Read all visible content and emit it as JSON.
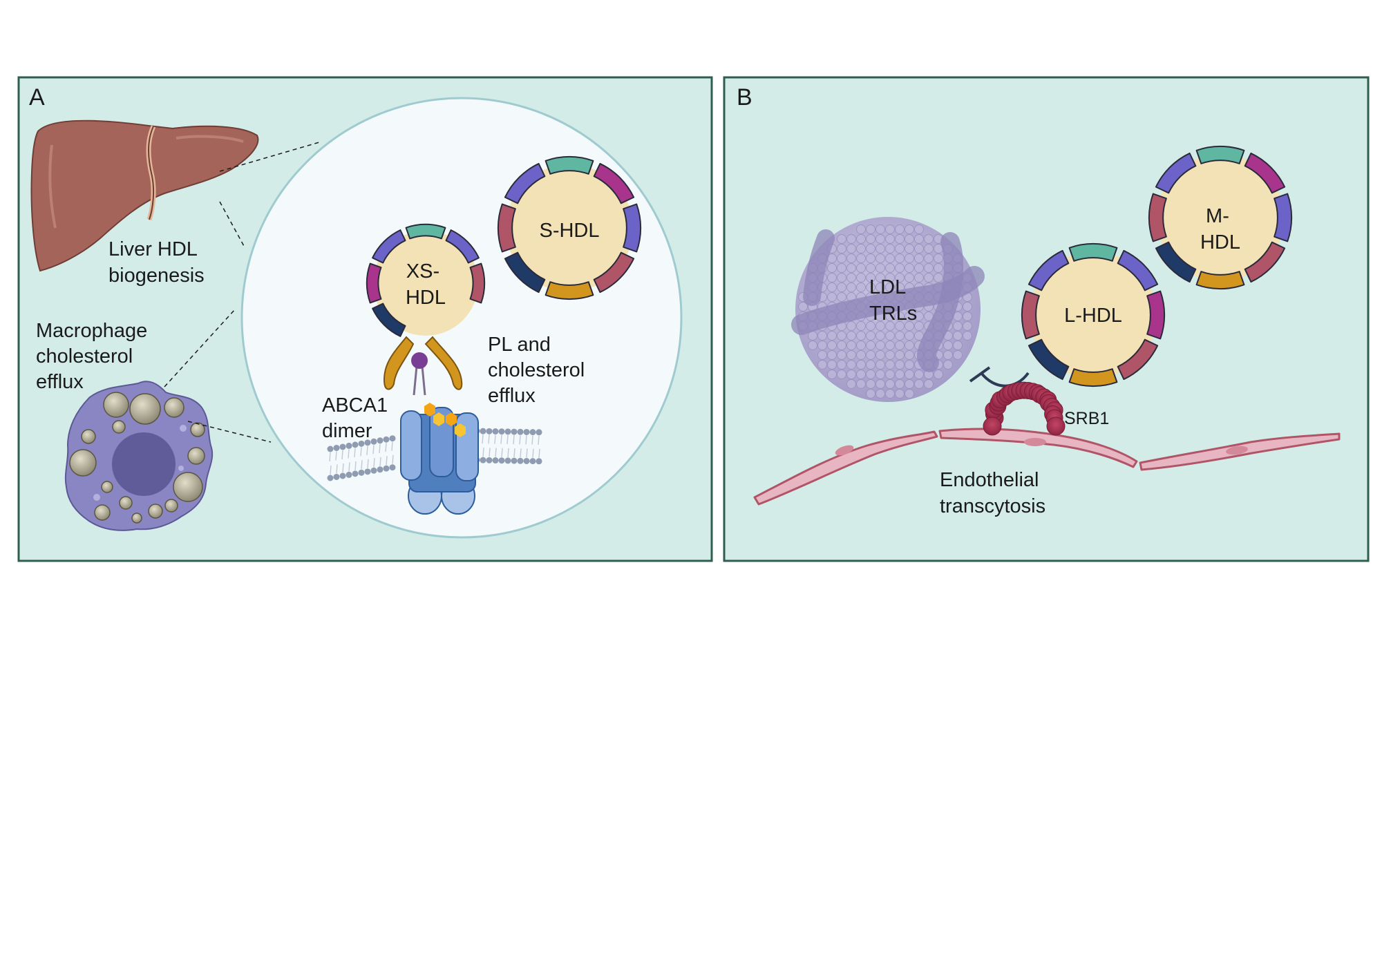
{
  "panel_a": {
    "letter": "A",
    "liver_label": [
      "Liver HDL",
      "biogenesis"
    ],
    "macrophage_label": [
      "Macrophage",
      "cholesterol",
      "efflux"
    ],
    "xs_hdl_label": [
      "XS-",
      "HDL"
    ],
    "s_hdl_label": [
      "S-HDL"
    ],
    "efflux_label": [
      "PL and",
      "cholesterol",
      "efflux"
    ],
    "abca1_label": [
      "ABCA1",
      "dimer"
    ]
  },
  "panel_b": {
    "letter": "B",
    "ldl_label": [
      "LDL",
      "TRLs"
    ],
    "l_hdl_label": [
      "L-HDL"
    ],
    "m_hdl_label": [
      "M-",
      "HDL"
    ],
    "srb1_label": "SRB1",
    "endothelial_label": [
      "Endothelial",
      "transcytosis"
    ]
  },
  "colors": {
    "panel_bg": "#d3ece8",
    "panel_border": "#2f5d4e",
    "liver": "#a4645a",
    "macrophage": "#8a86c4",
    "hdl_core": "#f2e2b6",
    "apo_teal": "#5fb7a2",
    "apo_purple": "#6b63c8",
    "apo_magenta": "#a8358b",
    "apo_navy": "#1f3a66",
    "apo_rose": "#b05468",
    "apo_gold": "#d2961f",
    "ldl": "#aaa3cc",
    "srb1": "#a82e4e",
    "endothelium": "#e7b6c2"
  }
}
